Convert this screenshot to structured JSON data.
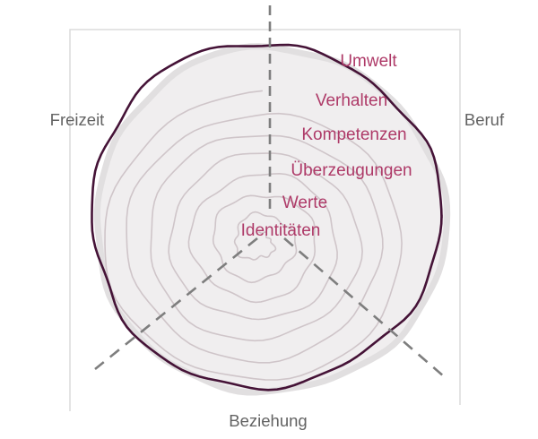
{
  "diagram": {
    "kind": "identity-onion",
    "layers": [
      {
        "label": "Umwelt"
      },
      {
        "label": "Verhalten"
      },
      {
        "label": "Kompetenzen"
      },
      {
        "label": "Überzeugungen"
      },
      {
        "label": "Werte"
      },
      {
        "label": "Identitäten"
      }
    ],
    "contexts": {
      "left": {
        "label": "Freizeit"
      },
      "right": {
        "label": "Beruf"
      },
      "bottom": {
        "label": "Beziehung"
      }
    }
  },
  "colors": {
    "background": "#ffffff",
    "frame_border": "#dbdbdb",
    "onion_outline": "#451337",
    "onion_fill": "#f0eeef",
    "onion_shadow_stroke": "#e1dfe0",
    "spiral_ring": "#cfc5c9",
    "divider": "#7e7e7e",
    "layer_label": "#ae3a68",
    "context_label": "#636363"
  }
}
